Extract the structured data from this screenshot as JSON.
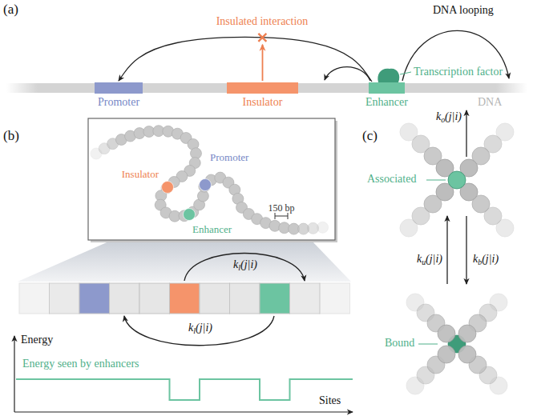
{
  "diagram": {
    "nodes": [
      {
        "text": [
          "Promoter"
        ]
      },
      {
        "text": [
          "Insulator"
        ]
      },
      {
        "text": [
          "Enhancer"
        ]
      },
      {
        "text": [
          "Insulator"
        ]
      },
      {
        "text": [
          "Promoter"
        ]
      },
      {
        "text": [
          "Enhancer"
        ]
      }
    ],
    "edges": [
      {
        "from": 2,
        "to": 0,
        "arrow": "to"
      }
    ],
    "labels": [
      "(a)",
      "Insulated interaction",
      "DNA looping",
      "Transcription factor",
      "DNA",
      "(b)",
      "150 bp",
      "kl(j|i)",
      "kl(j|i)",
      "Energy",
      "Energy seen by enhancers",
      "Sites",
      "(c)",
      "ko(j|i)",
      "Associated",
      "ku(j|i)",
      "kb(j|i)",
      "Bound"
    ]
  }
}
